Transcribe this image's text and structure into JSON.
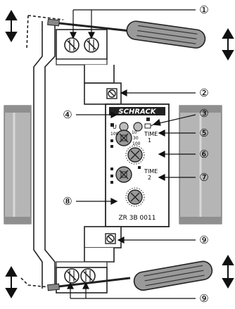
{
  "device": {
    "brand": "SCHRACK",
    "model": "ZR 3B 0011",
    "led_label": "U",
    "time1_label": "TIME",
    "time1_index": "1",
    "time2_label": "TIME",
    "time2_index": "2",
    "dial_scale_a": "100",
    "dial_scale_b": "10",
    "dial_scale_c": "30",
    "dial_scale_d": "100"
  },
  "callouts": {
    "c1": "①",
    "c2": "②",
    "c3": "③",
    "c4": "④",
    "c5": "⑤",
    "c6": "⑥",
    "c7": "⑦",
    "c8": "⑧",
    "c9a": "⑨",
    "c9b": "⑨"
  }
}
